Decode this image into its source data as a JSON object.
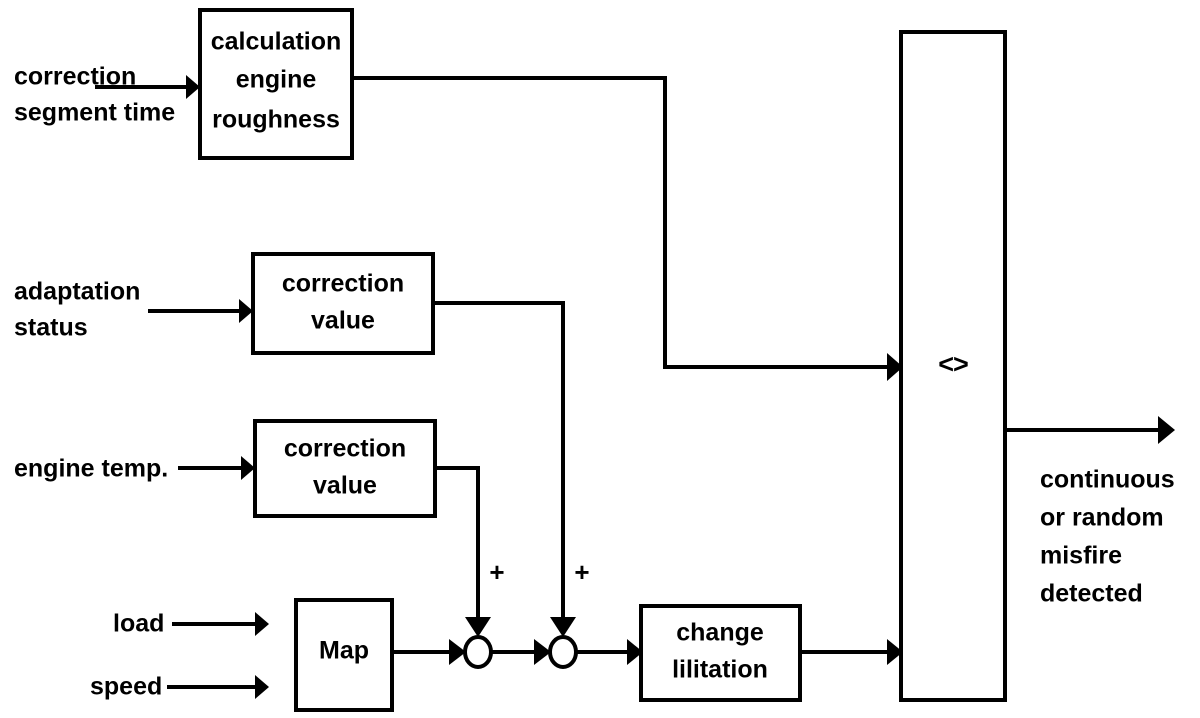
{
  "diagram": {
    "title": "engine misfire detection block diagram",
    "colors": {
      "background": "#ffffff",
      "stroke": "#000000",
      "box_fill": "#ffffff"
    },
    "inputs": [
      {
        "id": "correction-segment-time",
        "line1": "correction",
        "line2": "segment time"
      },
      {
        "id": "adaptation-status",
        "line1": "adaptation",
        "line2": "status"
      },
      {
        "id": "engine-temp",
        "line1": "engine temp.",
        "line2": ""
      },
      {
        "id": "load",
        "line1": "load",
        "line2": ""
      },
      {
        "id": "speed",
        "line1": "speed",
        "line2": ""
      }
    ],
    "blocks": [
      {
        "id": "calculation-engine-roughness",
        "line1": "calculation",
        "line2": "engine",
        "line3": "roughness"
      },
      {
        "id": "correction-value-adaptation",
        "line1": "correction",
        "line2": "value",
        "line3": ""
      },
      {
        "id": "correction-value-temp",
        "line1": "correction",
        "line2": "value",
        "line3": ""
      },
      {
        "id": "map",
        "line1": "Map",
        "line2": "",
        "line3": ""
      },
      {
        "id": "change-limitation",
        "line1": "change",
        "line2": "lilitation",
        "line3": ""
      },
      {
        "id": "comparator",
        "line1": "<>",
        "line2": "",
        "line3": ""
      }
    ],
    "junctions": [
      {
        "id": "sum-1",
        "sign": "+"
      },
      {
        "id": "sum-2",
        "sign": "+"
      }
    ],
    "output": {
      "id": "misfire-detected",
      "line1": "continuous",
      "line2": "or random",
      "line3": "misfire",
      "line4": "detected"
    }
  }
}
